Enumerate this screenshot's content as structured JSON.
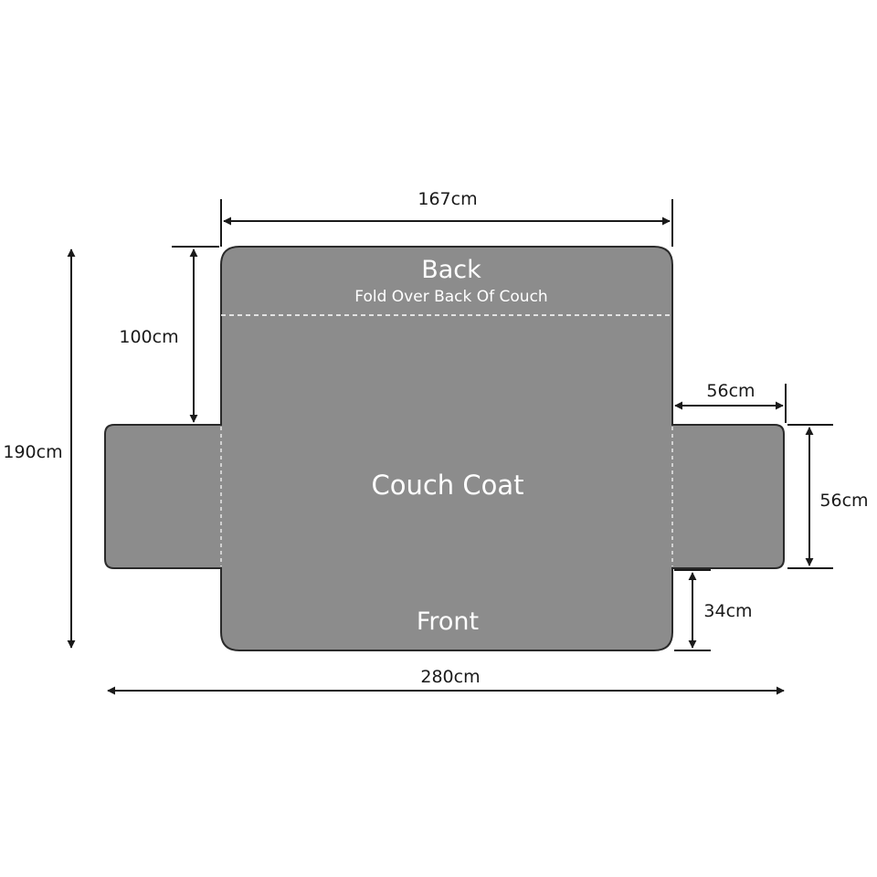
{
  "colors": {
    "cover_fill": "#8c8c8c",
    "cover_outline": "#2a2a2a",
    "cover_text": "#ffffff",
    "dimension_lines": "#1a1a1a",
    "dimension_text": "#1a1a1a",
    "background": "#ffffff"
  },
  "cover": {
    "back_label": "Back",
    "back_sublabel": "Fold Over Back Of Couch",
    "center_label": "Couch Coat",
    "front_label": "Front"
  },
  "dimensions": {
    "back_width": "167cm",
    "back_depth": "100cm",
    "total_height": "190cm",
    "arm_width": "56cm",
    "arm_height": "56cm",
    "front_height": "34cm",
    "total_width": "280cm"
  }
}
